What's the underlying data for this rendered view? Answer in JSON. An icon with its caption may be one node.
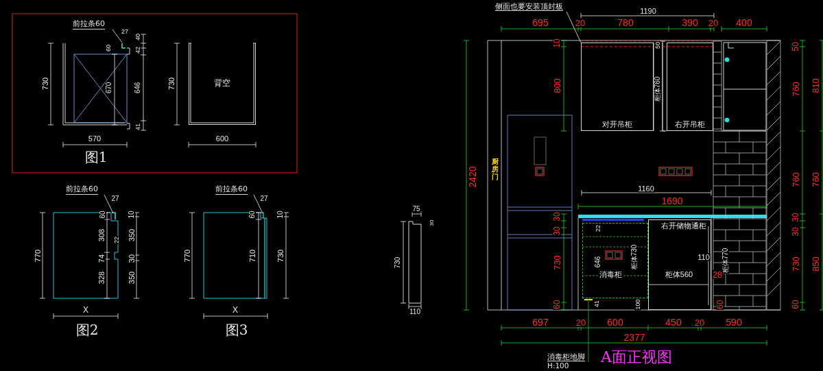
{
  "diagram": {
    "title": "A面正视图",
    "nodes": [
      {
        "text": [
          "背空"
        ]
      },
      {
        "text": [
          "前拉条60"
        ]
      },
      {
        "text": [
          "前拉条60"
        ]
      },
      {
        "text": [
          "前拉条60"
        ]
      },
      {
        "text": [
          "侧面也要安装顶封板"
        ]
      },
      {
        "text": [
          "对开吊柜"
        ]
      },
      {
        "text": [
          "右开吊柜"
        ]
      },
      {
        "text": [
          "右开储物通柜"
        ]
      },
      {
        "text": [
          "消毒柜"
        ]
      },
      {
        "text": [
          "消毒柜地脚",
          "H:100"
        ]
      }
    ],
    "edges": [
      {
        "from": 1,
        "to": null,
        "arrow": "none"
      },
      {
        "from": 2,
        "to": null,
        "arrow": "none"
      },
      {
        "from": 3,
        "to": null,
        "arrow": "none"
      },
      {
        "from": 4,
        "to": 5,
        "arrow": "none"
      },
      {
        "from": 9,
        "to": 8,
        "arrow": "none",
        "color": "#00c000"
      }
    ],
    "labels": [
      "27",
      "40",
      "60",
      "42",
      "730",
      "670",
      "646",
      "41",
      "570",
      "730",
      "600",
      "图1",
      "27",
      "60",
      "10",
      "308",
      "22",
      "350",
      "770",
      "74",
      "30",
      "328",
      "350",
      "X",
      "图2",
      "27",
      "60",
      "10",
      "770",
      "710",
      "730",
      "X",
      "图3",
      "75",
      "30",
      "730",
      "110",
      "1190",
      "695",
      "20",
      "780",
      "390",
      "20",
      "400",
      "10",
      "800",
      "2420",
      "50",
      "柜体760",
      "50",
      "760",
      "810",
      "厨房门",
      "760",
      "760",
      "1160",
      "1690",
      "30",
      "30",
      "30",
      "22",
      "30",
      "646",
      "柜体730",
      "110",
      "柜体770",
      "730",
      "730",
      "850",
      "柜体560",
      "28",
      "60",
      "41",
      "100",
      "60",
      "60",
      "697",
      "20",
      "600",
      "450",
      "20",
      "590",
      "2377"
    ]
  }
}
